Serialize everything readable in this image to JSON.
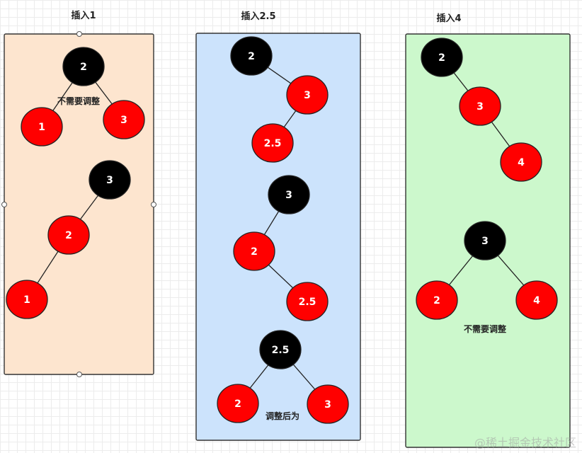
{
  "colors": {
    "red_node": "#ff0000",
    "black_node": "#000000"
  },
  "panels": [
    {
      "title": "插入1",
      "fill": "#fde5cf",
      "trees": [
        {
          "note": "不需要调整",
          "nodes": [
            {
              "label": "2",
              "color": "black"
            },
            {
              "label": "1",
              "color": "red"
            },
            {
              "label": "3",
              "color": "red"
            }
          ],
          "edges": [
            [
              0,
              1
            ],
            [
              0,
              2
            ]
          ]
        },
        {
          "nodes": [
            {
              "label": "3",
              "color": "black"
            },
            {
              "label": "2",
              "color": "red"
            },
            {
              "label": "1",
              "color": "red"
            }
          ],
          "edges": [
            [
              0,
              1
            ],
            [
              1,
              2
            ]
          ]
        }
      ]
    },
    {
      "title": "插入2.5",
      "fill": "#cce3fc",
      "trees": [
        {
          "nodes": [
            {
              "label": "2",
              "color": "black"
            },
            {
              "label": "3",
              "color": "red"
            },
            {
              "label": "2.5",
              "color": "red"
            }
          ],
          "edges": [
            [
              0,
              1
            ],
            [
              1,
              2
            ]
          ]
        },
        {
          "nodes": [
            {
              "label": "3",
              "color": "black"
            },
            {
              "label": "2",
              "color": "red"
            },
            {
              "label": "2.5",
              "color": "red"
            }
          ],
          "edges": [
            [
              0,
              1
            ],
            [
              1,
              2
            ]
          ]
        },
        {
          "note": "调整后为",
          "nodes": [
            {
              "label": "2.5",
              "color": "black"
            },
            {
              "label": "2",
              "color": "red"
            },
            {
              "label": "3",
              "color": "red"
            }
          ],
          "edges": [
            [
              0,
              1
            ],
            [
              0,
              2
            ]
          ]
        }
      ]
    },
    {
      "title": "插入4",
      "fill": "#ccf8cc",
      "trees": [
        {
          "nodes": [
            {
              "label": "2",
              "color": "black"
            },
            {
              "label": "3",
              "color": "red"
            },
            {
              "label": "4",
              "color": "red"
            }
          ],
          "edges": [
            [
              0,
              1
            ],
            [
              1,
              2
            ]
          ]
        },
        {
          "note": "不需要调整",
          "nodes": [
            {
              "label": "3",
              "color": "black"
            },
            {
              "label": "2",
              "color": "red"
            },
            {
              "label": "4",
              "color": "red"
            }
          ],
          "edges": [
            [
              0,
              1
            ],
            [
              0,
              2
            ]
          ]
        }
      ]
    }
  ],
  "watermark": "@稀土掘金技术社区"
}
